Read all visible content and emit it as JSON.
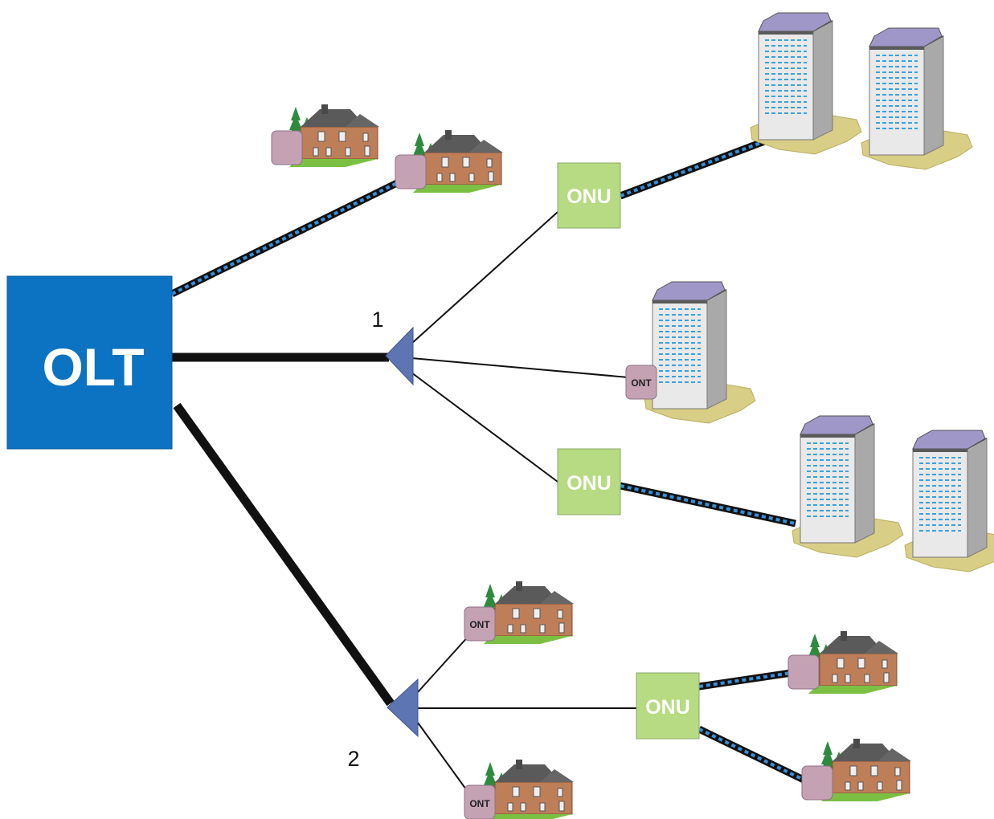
{
  "olt": {
    "label": "OLT",
    "color": "#0B73C1"
  },
  "onu": {
    "label": "ONU",
    "color": "#B6DB82",
    "border": "#8DA86A"
  },
  "ont": {
    "label": "ONT",
    "color": "#C4A2B4"
  },
  "splitters": [
    {
      "label": "1"
    },
    {
      "label": "2"
    }
  ],
  "colors": {
    "fiber_dark": "#111111",
    "fiber_dash": "#3A8FD6",
    "splitter": "#5E75B4",
    "ground": "#D8CE86",
    "building_front": "#E9E9E9",
    "building_side": "#A9A9A9",
    "roof": "#9E97C7",
    "window": "#39A1E0",
    "house_wall": "#BE7E58",
    "house_roof": "#5A5A5A",
    "tree": "#2E8B3E",
    "lawn": "#7BC043"
  }
}
